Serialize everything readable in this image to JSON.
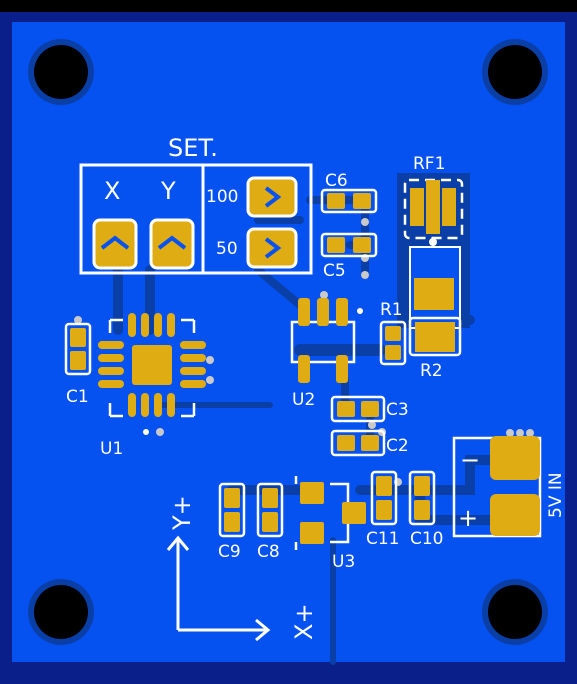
{
  "board": {
    "copper_color": "#0552f0",
    "edge_color": "#0a1f8a",
    "pad_color": "#e0ac13",
    "silk_color": "#ffffff"
  },
  "set_block": {
    "title": "SET.",
    "x_label": "X",
    "y_label": "Y",
    "opt_100": "100",
    "opt_50": "50"
  },
  "components": {
    "c1": "C1",
    "c2": "C2",
    "c3": "C3",
    "c5": "C5",
    "c6": "C6",
    "c8": "C8",
    "c9": "C9",
    "c10": "C10",
    "c11": "C11",
    "r1": "R1",
    "r2": "R2",
    "rf1": "RF1",
    "u1": "U1",
    "u2": "U2",
    "u3": "U3"
  },
  "axes": {
    "y_plus": "Y+",
    "x_plus": "X+"
  },
  "power": {
    "label": "5V IN",
    "minus": "−",
    "plus": "+"
  }
}
